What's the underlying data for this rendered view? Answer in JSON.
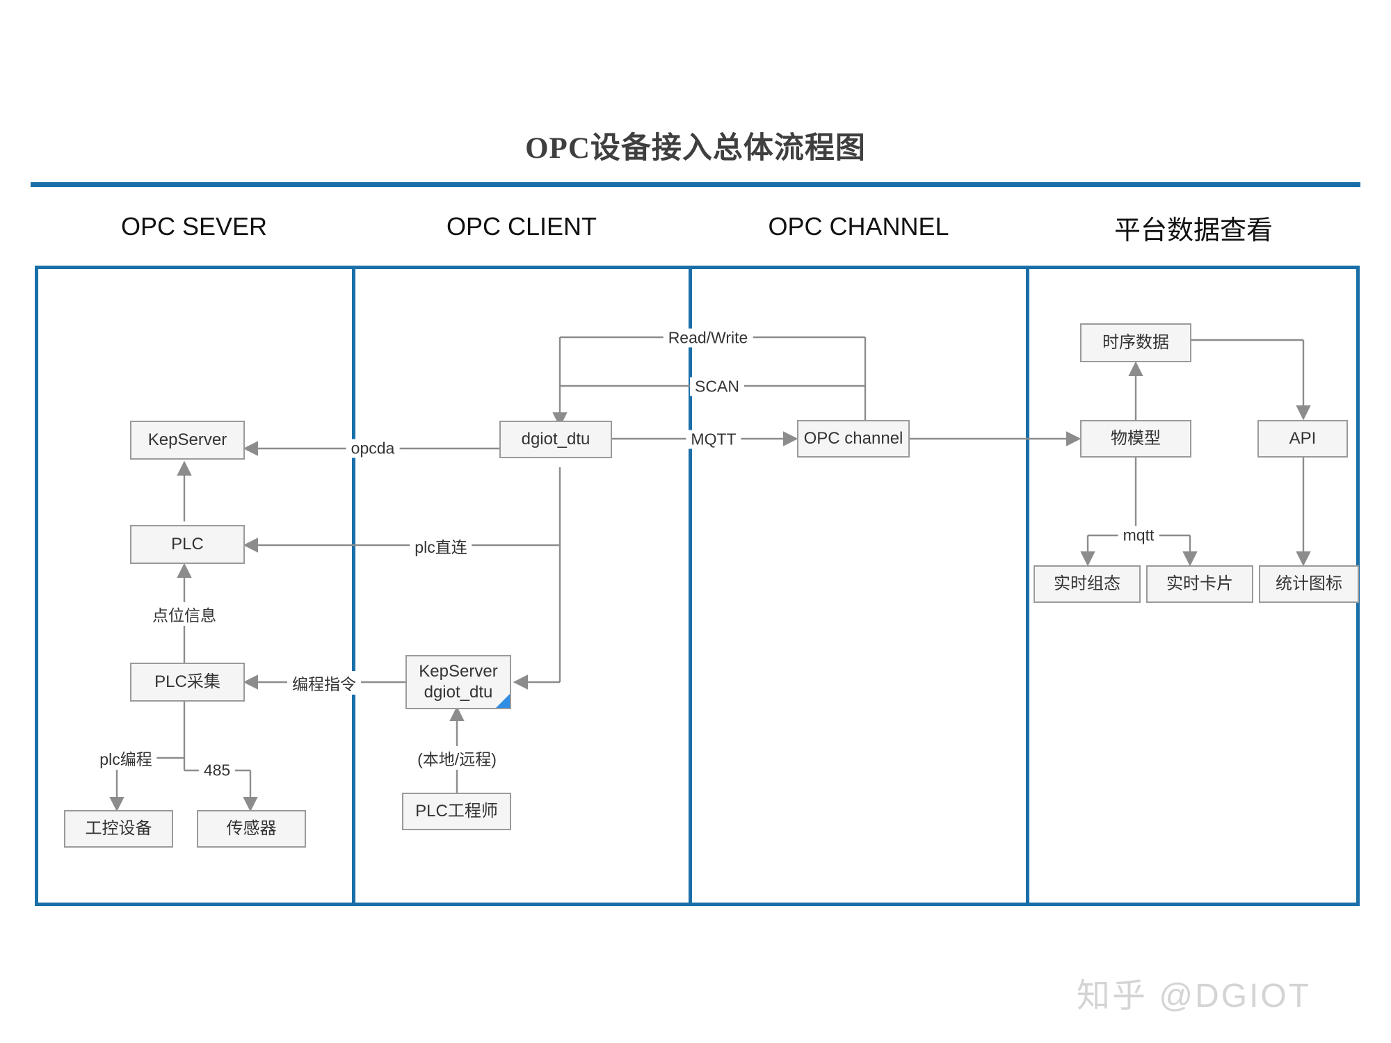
{
  "title": "OPC设备接入总体流程图",
  "accent_color": "#1b6fa8",
  "node_fill": "#f5f5f5",
  "node_border": "#9a9a9a",
  "wire_color": "#8c8c8c",
  "columns": [
    {
      "key": "server",
      "label": "OPC SEVER",
      "cjk": false
    },
    {
      "key": "client",
      "label": "OPC CLIENT",
      "cjk": false
    },
    {
      "key": "channel",
      "label": "OPC CHANNEL",
      "cjk": false
    },
    {
      "key": "platform",
      "label": "平台数据查看",
      "cjk": true
    }
  ],
  "nodes": {
    "kepserver": {
      "label": "KepServer"
    },
    "plc": {
      "label": "PLC"
    },
    "plc_collect": {
      "label": "PLC采集"
    },
    "industrial": {
      "label": "工控设备"
    },
    "sensor": {
      "label": "传感器"
    },
    "dgiot_dtu": {
      "label": "dgiot_dtu"
    },
    "kep_dgiot": {
      "line1": "KepServer",
      "line2": "dgiot_dtu"
    },
    "plc_engineer": {
      "label": "PLC工程师"
    },
    "opc_channel": {
      "label": "OPC channel"
    },
    "tsdb": {
      "label": "时序数据"
    },
    "thing_model": {
      "label": "物模型"
    },
    "api": {
      "label": "API"
    },
    "scada": {
      "label": "实时组态"
    },
    "card": {
      "label": "实时卡片"
    },
    "chart": {
      "label": "统计图标"
    }
  },
  "edge_labels": {
    "read_write": "Read/Write",
    "scan": "SCAN",
    "opcda": "opcda",
    "mqtt_upper": "MQTT",
    "plc_direct": "plc直连",
    "point_info": "点位信息",
    "program_cmd": "编程指令",
    "plc_program": "plc编程",
    "rs485": "485",
    "local_remote": "(本地/远程)",
    "mqtt_lower": "mqtt"
  },
  "watermark": "知乎 @DGIOT"
}
